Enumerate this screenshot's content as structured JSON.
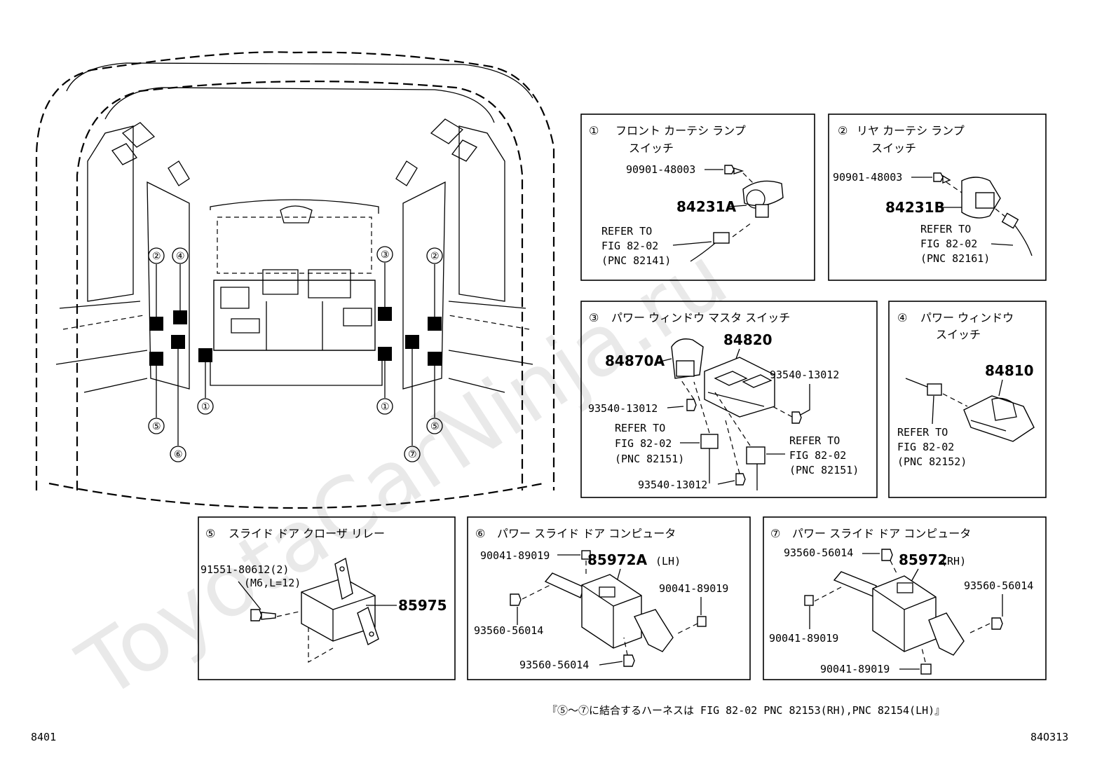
{
  "watermark": "ToyotaCarNinja.ru",
  "page_id": "8401",
  "figure_id": "84O313",
  "footnote": "『⑤〜⑦に結合するハーネスは FIG 82-02 PNC 82153(RH),PNC 82154(LH)』",
  "vehicle": {
    "callouts_left": [
      "②",
      "④",
      "⑤",
      "⑥",
      "①"
    ],
    "callouts_right": [
      "③",
      "②",
      "①",
      "⑦",
      "⑤"
    ]
  },
  "panels": {
    "p1": {
      "num": "①",
      "title_line1": "フロント カーテシ ランプ",
      "title_line2": "スイッチ",
      "screw": "90901-48003",
      "part": "84231A",
      "ref1": "REFER TO",
      "ref2": "FIG 82-02",
      "ref3": "(PNC 82141)"
    },
    "p2": {
      "num": "②",
      "title_line1": "リヤ カーテシ ランプ",
      "title_line2": "スイッチ",
      "screw": "90901-48003",
      "part": "84231B",
      "ref1": "REFER TO",
      "ref2": "FIG 82-02",
      "ref3": "(PNC 82161)"
    },
    "p3": {
      "num": "③",
      "title": "パワー ウィンドウ マスタ スイッチ",
      "part_a": "84870A",
      "part_b": "84820",
      "screw_r": "93540-13012",
      "screw_l": "93540-13012",
      "screw_b": "93540-13012",
      "refl1": "REFER TO",
      "refl2": "FIG 82-02",
      "refl3": "(PNC 82151)",
      "refr1": "REFER TO",
      "refr2": "FIG 82-02",
      "refr3": "(PNC 82151)"
    },
    "p4": {
      "num": "④",
      "title_line1": "パワー ウィンドウ",
      "title_line2": "スイッチ",
      "part": "84810",
      "ref1": "REFER TO",
      "ref2": "FIG 82-02",
      "ref3": "(PNC 82152)"
    },
    "p5": {
      "num": "⑤",
      "title": "スライド ドア クローザ リレー",
      "bolt": "91551-80612(2)",
      "bolt_spec": "(M6,L=12)",
      "part": "85975"
    },
    "p6": {
      "num": "⑥",
      "title": "パワー スライド ドア コンピュータ",
      "clip_t": "90041-89019",
      "part": "85972A",
      "part_suffix": "(LH)",
      "clip_r": "90041-89019",
      "screw_l": "93560-56014",
      "screw_b": "93560-56014"
    },
    "p7": {
      "num": "⑦",
      "title": "パワー スライド ドア コンピュータ",
      "screw_t": "93560-56014",
      "part": "85972",
      "part_suffix": "(RH)",
      "screw_r": "93560-56014",
      "clip_l": "90041-89019",
      "clip_b": "90041-89019"
    }
  }
}
